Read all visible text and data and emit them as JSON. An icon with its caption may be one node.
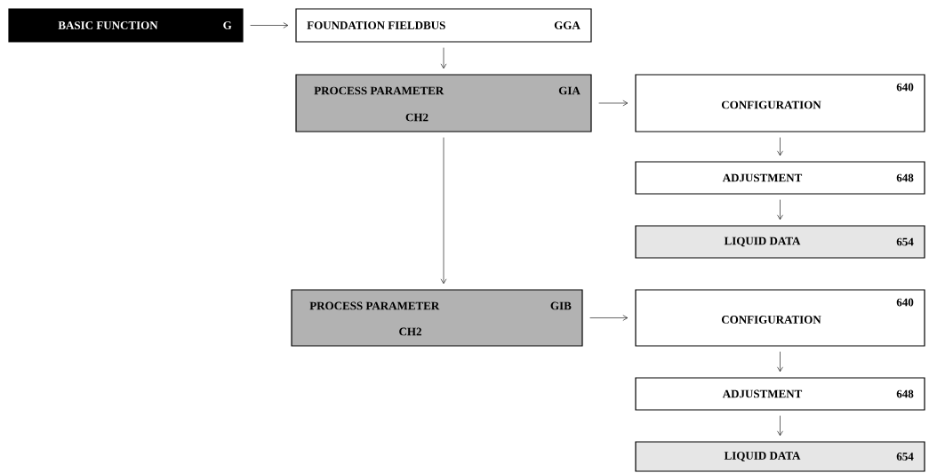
{
  "diagram": {
    "nodes": [
      {
        "text": [
          "BASIC FUNCTION",
          "G"
        ]
      },
      {
        "text": [
          "FOUNDATION FIELDBUS",
          "GGA"
        ]
      },
      {
        "text": [
          "PROCESS PARAMETER",
          "GIA",
          "CH2"
        ]
      },
      {
        "text": [
          "CONFIGURATION",
          "640"
        ]
      },
      {
        "text": [
          "ADJUSTMENT",
          "648"
        ]
      },
      {
        "text": [
          "LIQUID DATA",
          "654"
        ]
      },
      {
        "text": [
          "PROCESS PARAMETER",
          "GIB",
          "CH2"
        ]
      },
      {
        "text": [
          "CONFIGURATION",
          "640"
        ]
      },
      {
        "text": [
          "ADJUSTMENT",
          "648"
        ]
      },
      {
        "text": [
          "LIQUID DATA",
          "654"
        ]
      }
    ],
    "edges": [
      {
        "from": 0,
        "to": 1,
        "arrow": "to"
      },
      {
        "from": 1,
        "to": 2,
        "arrow": "to"
      },
      {
        "from": 2,
        "to": 3,
        "arrow": "to"
      },
      {
        "from": 3,
        "to": 4,
        "arrow": "to"
      },
      {
        "from": 4,
        "to": 5,
        "arrow": "to"
      },
      {
        "from": 2,
        "to": 6,
        "arrow": "to"
      },
      {
        "from": 6,
        "to": 7,
        "arrow": "to"
      },
      {
        "from": 7,
        "to": 8,
        "arrow": "to"
      },
      {
        "from": 8,
        "to": 9,
        "arrow": "to"
      }
    ]
  }
}
